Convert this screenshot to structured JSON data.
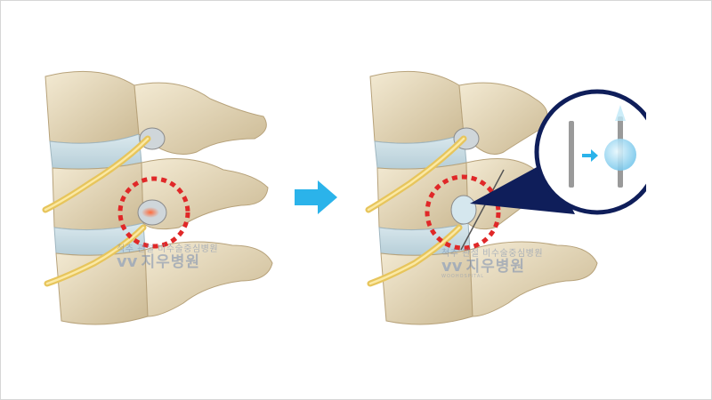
{
  "watermark": {
    "subtitle": "척추 관절 비수술중심병원",
    "name": "지우병원",
    "logo_glyph": "vv",
    "english": "WOOHOSPITAL"
  },
  "colors": {
    "bone": "#e8dcc0",
    "bone_shadow": "#c9b68f",
    "disc": "#c8dde5",
    "nerve": "#f2d77a",
    "highlight_ring": "#e02828",
    "arrow": "#2bb3ea",
    "zoom_ring": "#0f1e5a",
    "hydro_bubble": "#8fd6f3"
  },
  "icons": {
    "process_arrow": "right-arrow-icon",
    "magnifier": "zoom-callout-icon"
  }
}
